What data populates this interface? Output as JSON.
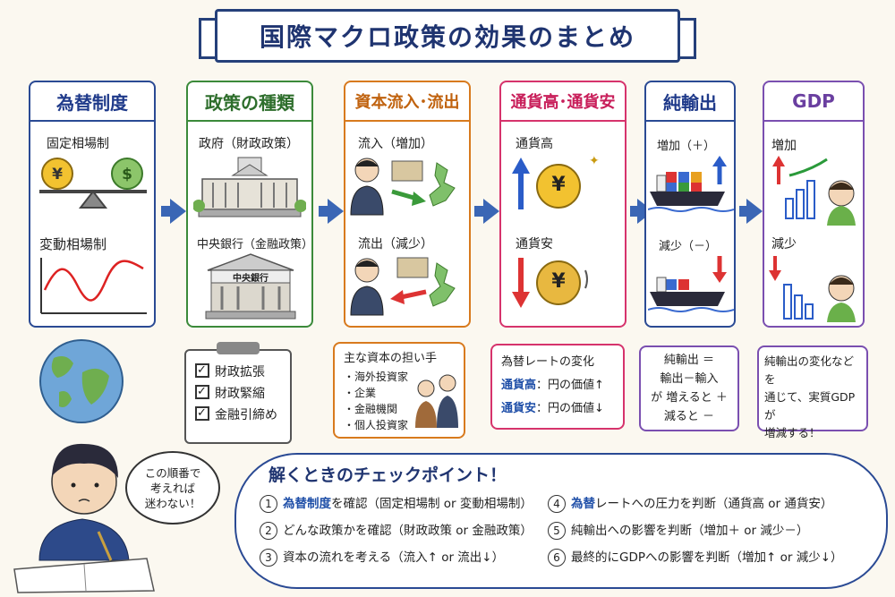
{
  "title": "国際マクロ政策の効果のまとめ",
  "colors": {
    "card1": "#2a4a94",
    "card2": "#3b8a3a",
    "card3": "#d87a1e",
    "card4": "#d6336c",
    "card5": "#2a4a94",
    "card6": "#7a4fb0",
    "arrow": "#3a66b5"
  },
  "cards": {
    "exchange": {
      "title": "為替制度",
      "fixed": "固定相場制",
      "floating": "変動相場制"
    },
    "policy": {
      "title": "政策の種類",
      "gov": "政府（財政政策）",
      "cb": "中央銀行（金融政策）",
      "cb_sign": "中央銀行"
    },
    "capital": {
      "title": "資本流入･流出",
      "inflow": "流入（増加）",
      "outflow": "流出（減少）"
    },
    "currency": {
      "title": "通貨高･通貨安",
      "strong": "通貨高",
      "weak": "通貨安",
      "yen": "¥"
    },
    "netexport": {
      "title": "純輸出",
      "increase": "増加（＋）",
      "decrease": "減少（－）"
    },
    "gdp": {
      "title": "GDP",
      "increase": "増加",
      "decrease": "減少"
    }
  },
  "clipboard": [
    "財政拡張",
    "財政緊縮",
    "金融引締め"
  ],
  "capital_note": {
    "title": "主な資本の担い手",
    "items": [
      "・海外投資家",
      "・企業",
      "・金融機関",
      "・個人投資家"
    ]
  },
  "currency_note": {
    "title": "為替レートの変化",
    "strong_label": "通貨高",
    "strong_text": "：円の価値↑",
    "weak_label": "通貨安",
    "weak_text": "：円の価値↓"
  },
  "netexport_note": {
    "line1": "純輸出 ＝",
    "line2": "輸出－輸入",
    "line3": "が 増えると ＋",
    "line4": "減ると －"
  },
  "gdp_note": {
    "line1": "純輸出の変化などを",
    "line2": "通じて、実質GDPが",
    "line3": "増減する！"
  },
  "speech": {
    "line1": "この順番で",
    "line2": "考えれば",
    "line3": "迷わない！"
  },
  "checkpoints": {
    "title": "解くときのチェックポイント！",
    "items": [
      {
        "num": "1",
        "key": "為替制度",
        "text": "を確認（固定相場制 or 変動相場制）"
      },
      {
        "num": "2",
        "key": "",
        "text": "どんな政策かを確認（財政政策 or 金融政策）"
      },
      {
        "num": "3",
        "key": "",
        "text": "資本の流れを考える（流入↑ or 流出↓）"
      },
      {
        "num": "4",
        "key": "為替",
        "text": "レートへの圧力を判断（通貨高 or 通貨安）"
      },
      {
        "num": "5",
        "key": "",
        "text": "純輸出への影響を判断（増加＋ or 減少－）"
      },
      {
        "num": "6",
        "key": "",
        "text": "最終的にGDPへの影響を判断（増加↑ or 減少↓）"
      }
    ]
  }
}
